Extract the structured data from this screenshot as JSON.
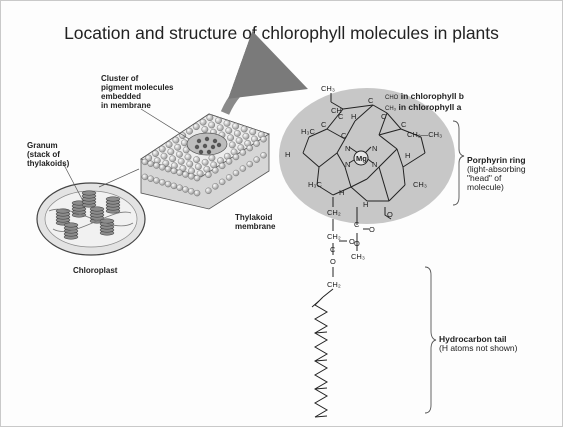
{
  "title": "Location and structure of chlorophyll molecules in plants",
  "labels": {
    "cluster": [
      "Cluster of",
      "pigment molecules",
      "embedded",
      "in membrane"
    ],
    "granum": [
      "Granum",
      "(stack of",
      "thylakoids)"
    ],
    "thylakoid": [
      "Thylakoid",
      "membrane"
    ],
    "chloroplast": "Chloroplast",
    "cho_prefix": "CHO",
    "chl_b": "in chlorophyll b",
    "ch3_prefix": "CH₃",
    "chl_a": "in chlorophyll a",
    "porphyrin_title": "Porphyrin ring",
    "porphyrin_desc": [
      "(light-absorbing",
      "\"head\" of",
      "molecule)"
    ],
    "tail_title": "Hydrocarbon tail",
    "tail_desc": "(H atoms not shown)"
  },
  "atoms": {
    "mg": "Mg",
    "n": "N",
    "h": "H",
    "c": "C",
    "o": "O",
    "ch2": "CH₂",
    "ch3": "CH₃",
    "ch": "CH",
    "h3c": "H₃C",
    "ch2ch3": "CH₂—CH₃",
    "ch3_ester": "CH₃"
  }
}
